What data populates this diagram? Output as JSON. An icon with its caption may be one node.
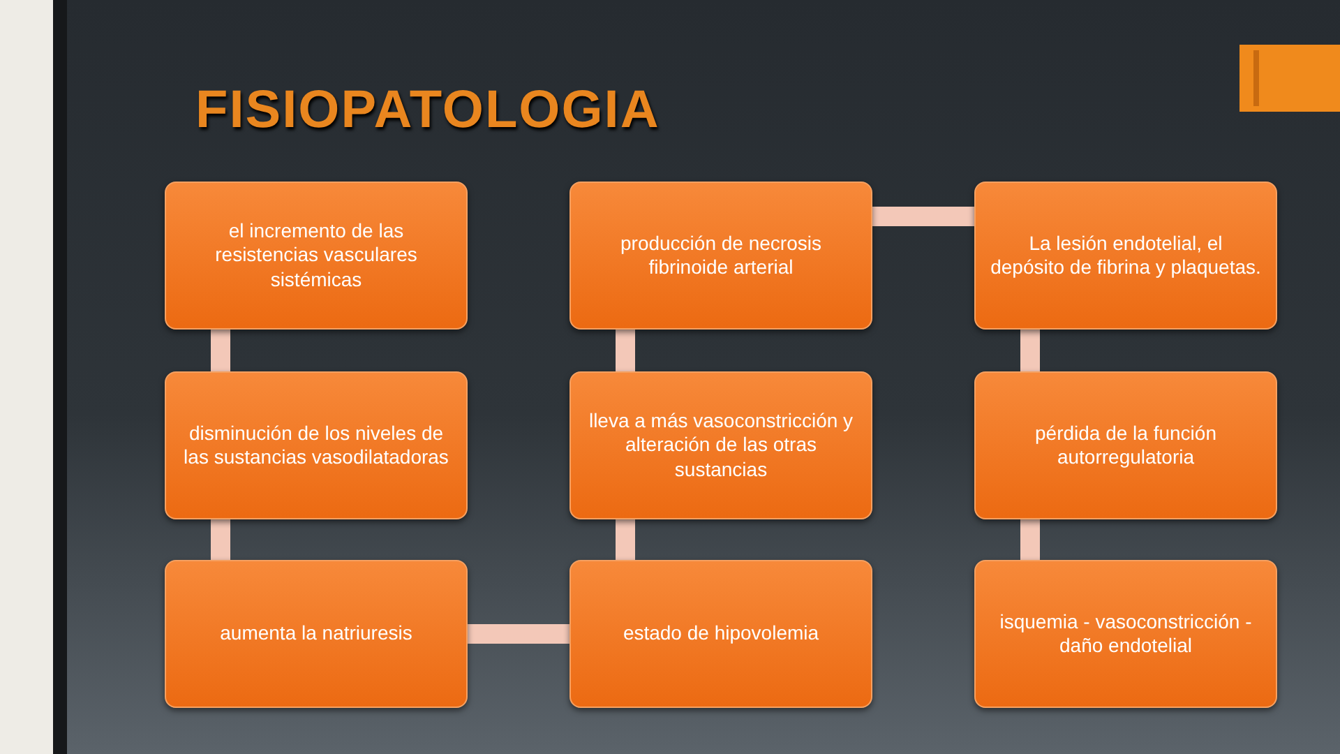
{
  "diagram": {
    "title": "FISIOPATOLOGIA",
    "nodes": [
      {
        "text": [
          "el incremento de las resistencias vasculares sistémicas"
        ]
      },
      {
        "text": [
          "disminución de los niveles de las sustancias vasodilatadoras"
        ]
      },
      {
        "text": [
          "aumenta la natriuresis"
        ]
      },
      {
        "text": [
          "producción de necrosis fibrinoide arterial"
        ]
      },
      {
        "text": [
          "lleva a más vasoconstricción y alteración de las otras sustancias"
        ]
      },
      {
        "text": [
          "estado de hipovolemia"
        ]
      },
      {
        "text": [
          "La lesión endotelial, el depósito de fibrina y plaquetas."
        ]
      },
      {
        "text": [
          "pérdida de la función autorregulatoria"
        ]
      },
      {
        "text": [
          "isquemia - vasoconstricción - daño endotelial"
        ]
      }
    ],
    "edges": [
      {
        "from": 0,
        "to": 1,
        "arrow": "none"
      },
      {
        "from": 1,
        "to": 2,
        "arrow": "none"
      },
      {
        "from": 2,
        "to": 5,
        "arrow": "none"
      },
      {
        "from": 5,
        "to": 4,
        "arrow": "none"
      },
      {
        "from": 4,
        "to": 3,
        "arrow": "none"
      },
      {
        "from": 3,
        "to": 6,
        "arrow": "none"
      },
      {
        "from": 6,
        "to": 7,
        "arrow": "none"
      },
      {
        "from": 7,
        "to": 8,
        "arrow": "none"
      }
    ]
  }
}
